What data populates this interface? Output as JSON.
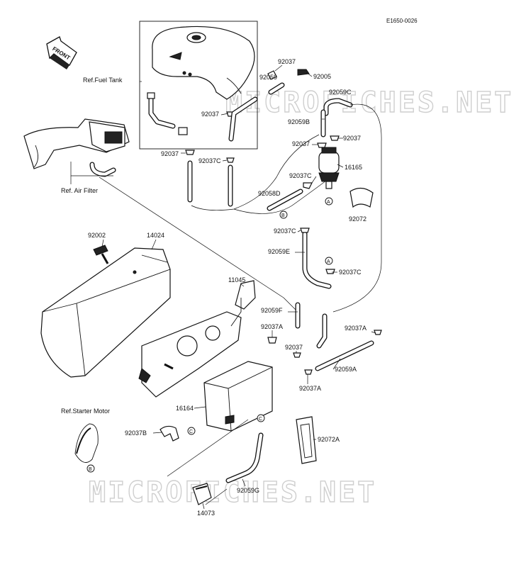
{
  "diagram": {
    "code": "E1650-0026",
    "front_label": "FRONT",
    "watermark": "MICROFICHES.NET",
    "refs": {
      "fuel_tank": "Ref.Fuel Tank",
      "air_filter": "Ref. Air Filter",
      "starter_motor": "Ref.Starter Motor"
    },
    "parts": {
      "p92037_a": "92037",
      "p92059_top": "92059",
      "p92005": "92005",
      "p92037_b": "92037",
      "p92059c_top": "92059C",
      "p92059b": "92059B",
      "p92037_c": "92037",
      "p92037_d": "92037",
      "p16165": "16165",
      "p92037_e": "92037",
      "p92037c_a": "92037C",
      "p92037c_b": "92037C",
      "p92058d": "92058D",
      "p92072": "92072",
      "p92002": "92002",
      "p14024": "14024",
      "p92037c_c": "92037C",
      "p92059e": "92059E",
      "p92037c_d": "92037C",
      "p11045": "11045",
      "p92059f": "92059F",
      "p92037a_a": "92037A",
      "p92037a_b": "92037A",
      "p92037_f": "92037",
      "p92059a": "92059A",
      "p92037a_c": "92037A",
      "p16164": "16164",
      "p92037b": "92037B",
      "p92072a": "92072A",
      "p92059g": "92059G",
      "p14073": "14073"
    },
    "markers": {
      "a1": "A",
      "a2": "A",
      "b1": "B",
      "b2": "B",
      "c1": "C",
      "c2": "C"
    }
  }
}
